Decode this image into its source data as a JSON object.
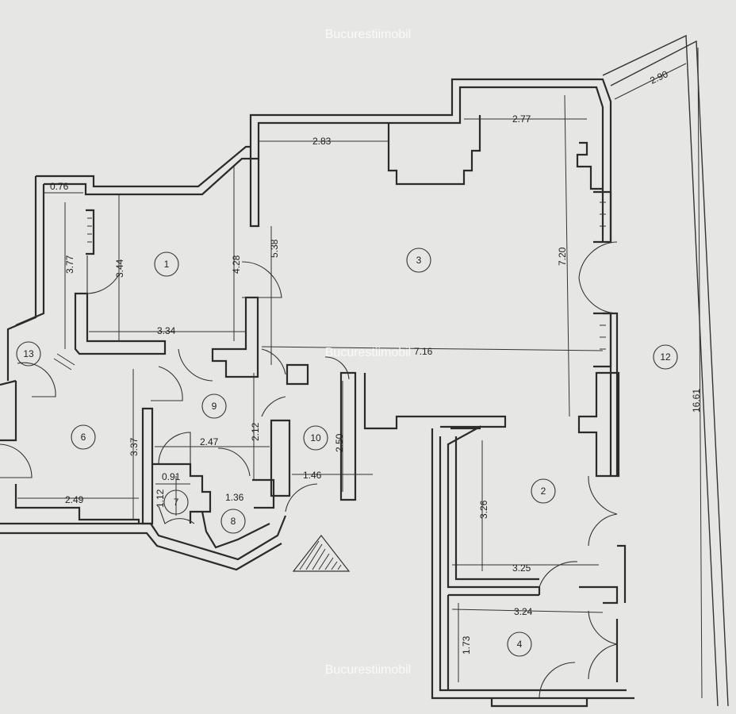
{
  "watermark": "Bucurestiimobil",
  "rooms": [
    "1",
    "2",
    "3",
    "4",
    "6",
    "7",
    "8",
    "9",
    "10",
    "12",
    "13"
  ],
  "dimensions": [
    "0.76",
    "3.77",
    "3.44",
    "4.28",
    "5.38",
    "3.34",
    "2.83",
    "2.77",
    "2.90",
    "7.20",
    "7.16",
    "16.61",
    "3.37",
    "2.49",
    "2.47",
    "0.91",
    "1.12",
    "1.36",
    "2.12",
    "2.50",
    "1.46",
    "3.26",
    "3.25",
    "3.24",
    "1.73"
  ],
  "colors": {
    "paper": "#e6e6e4",
    "ink": "#2b2b2b"
  }
}
